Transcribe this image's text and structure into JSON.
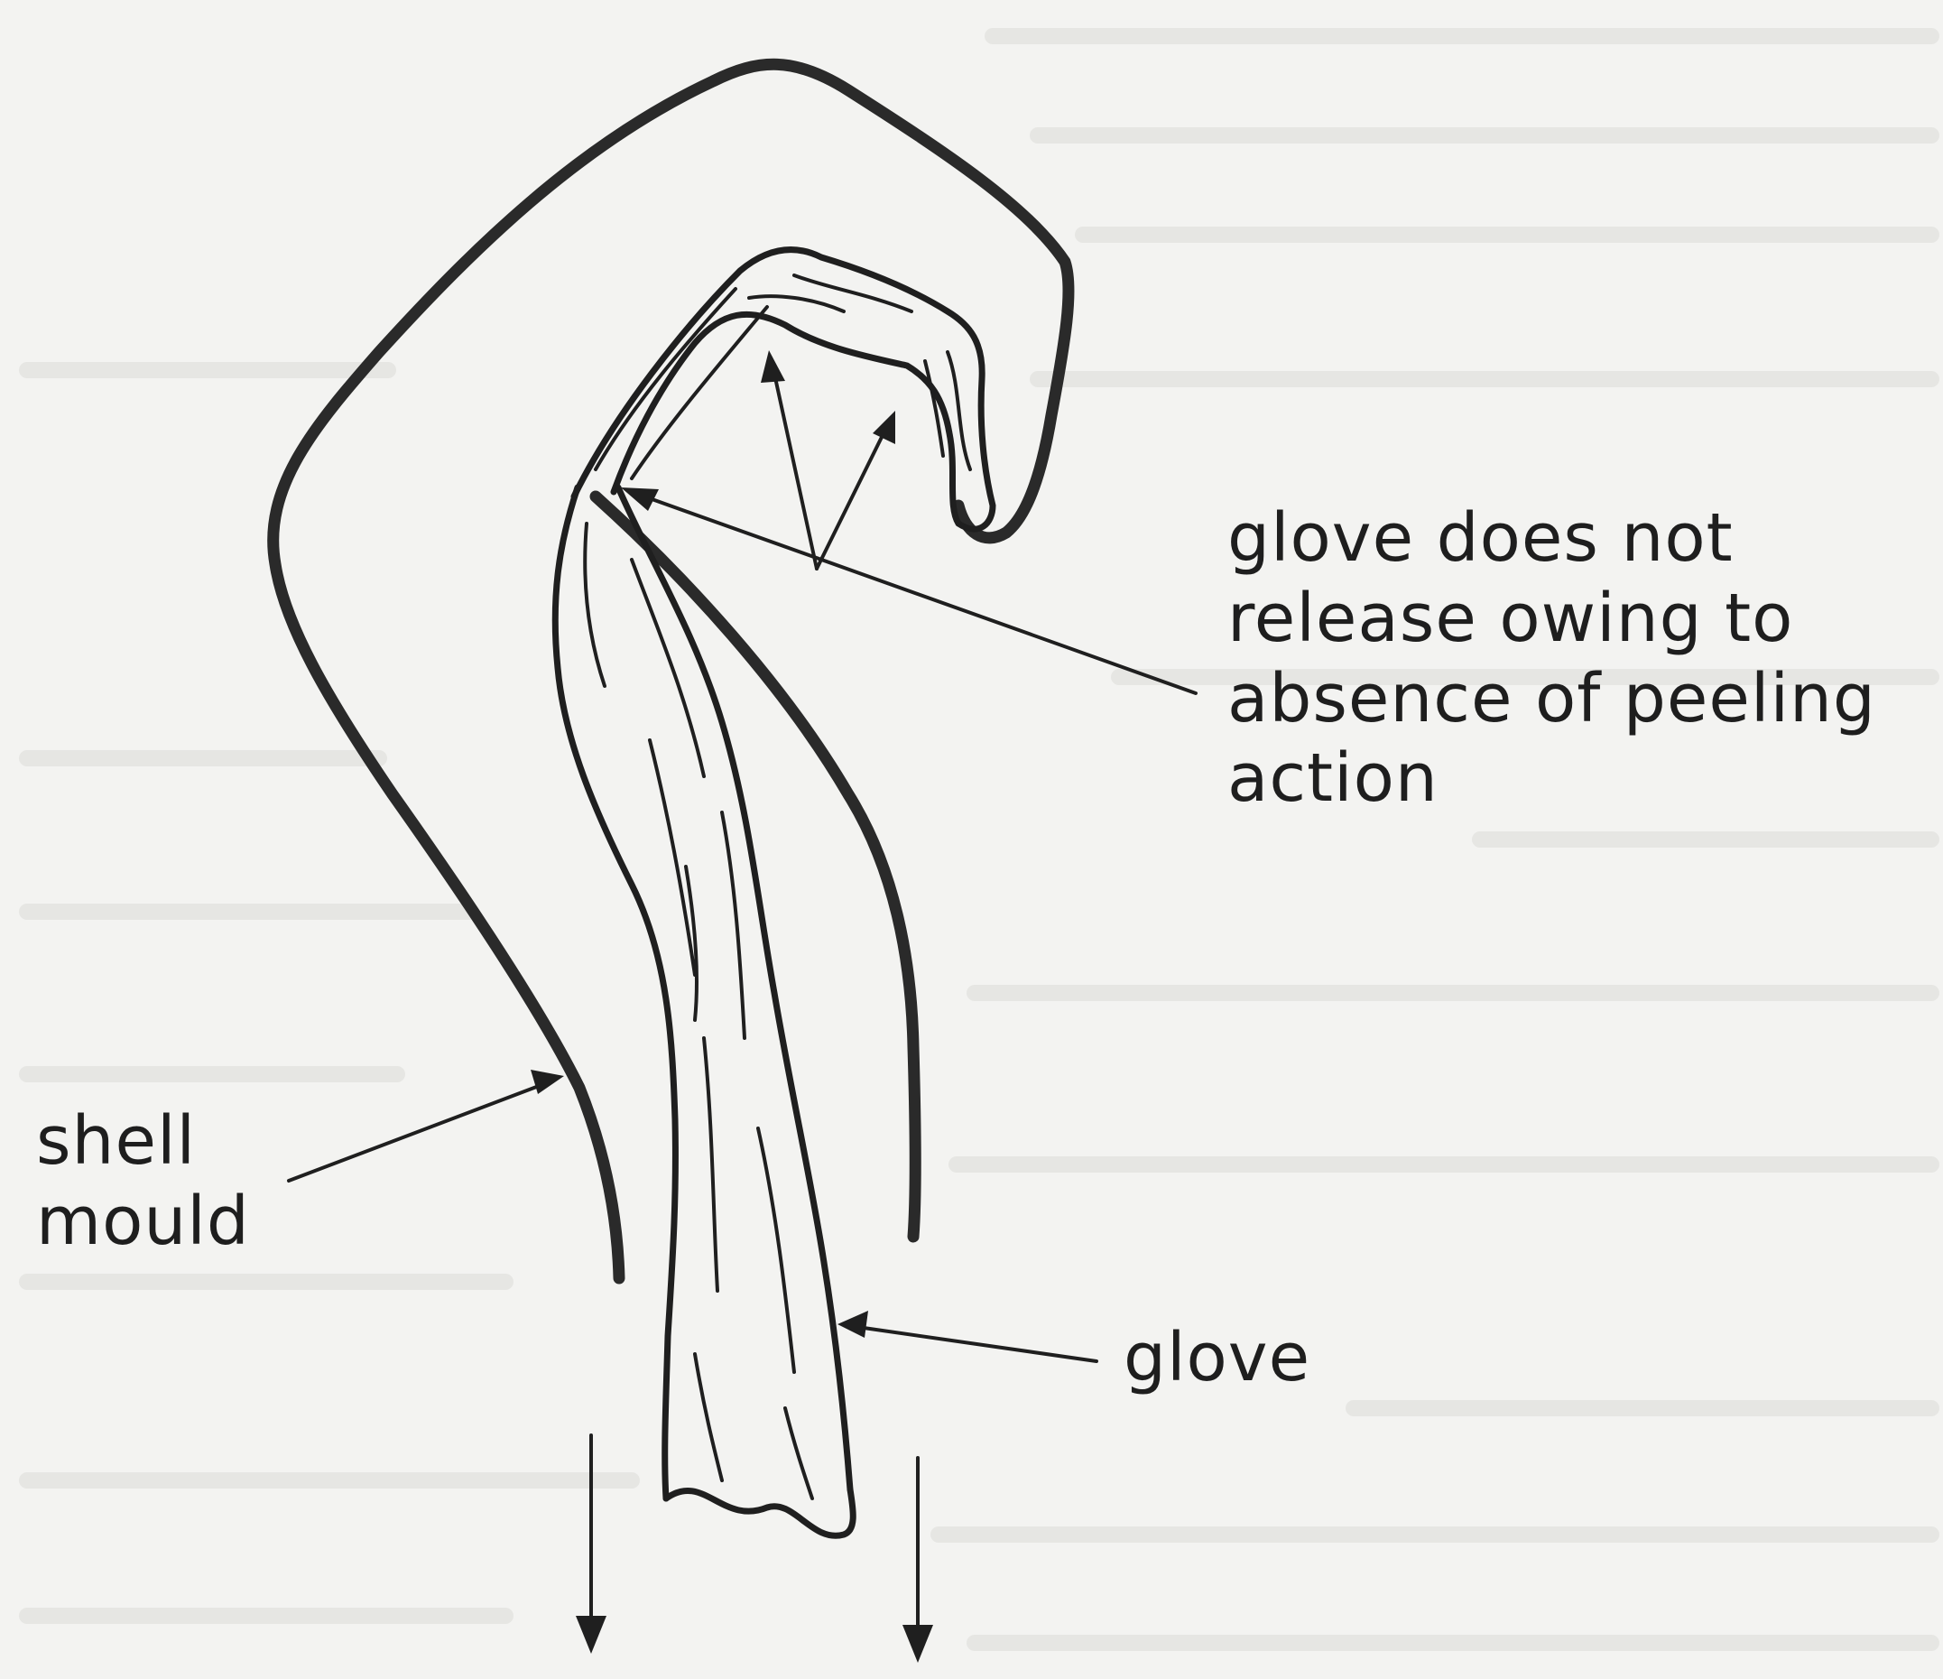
{
  "labels": {
    "release_note": [
      "glove does not",
      "release owing to",
      "absence of peeling",
      "action"
    ],
    "shell_mould": [
      "shell",
      "mould"
    ],
    "glove": "glove"
  },
  "colors": {
    "background": "#f3f3f1",
    "ink": "#1f1f1f"
  }
}
